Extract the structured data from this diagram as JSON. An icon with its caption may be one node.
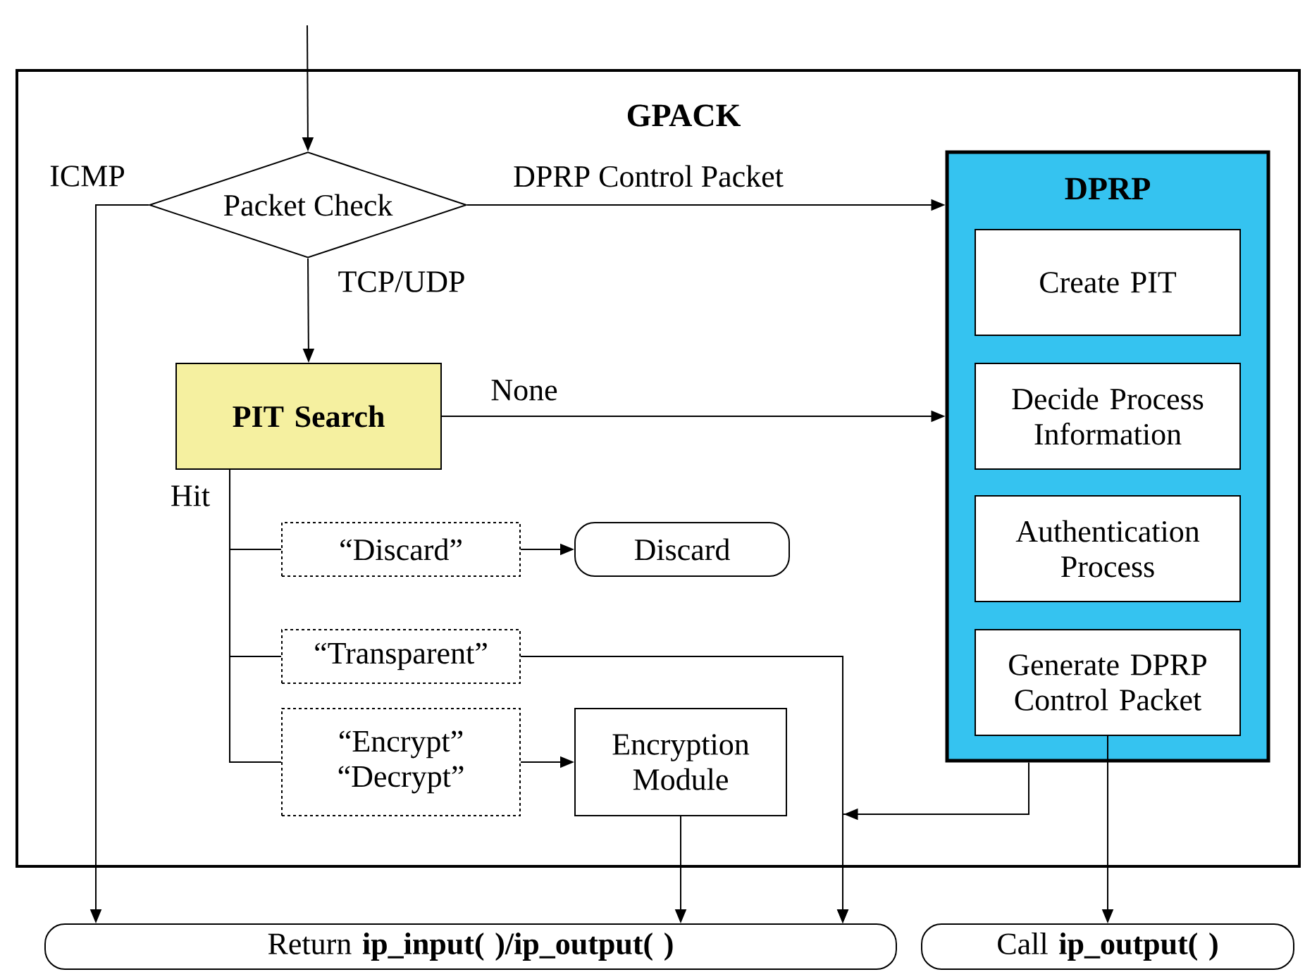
{
  "diagram": {
    "nodes": [
      {
        "text": [
          "GPACK"
        ]
      },
      {
        "text": [
          "Packet Check"
        ],
        "in": 0
      },
      {
        "text": [
          "DPRP"
        ],
        "in": 0
      },
      {
        "text": [
          "Create PIT"
        ],
        "in": 2
      },
      {
        "text": [
          "Decide Process Information"
        ],
        "in": 2
      },
      {
        "text": [
          "Authentication Process"
        ],
        "in": 2
      },
      {
        "text": [
          "Generate DPRP Control Packet"
        ],
        "in": 2
      },
      {
        "text": [
          "PIT Search"
        ],
        "in": 0
      },
      {
        "text": [
          "“Discard”"
        ],
        "in": 0
      },
      {
        "text": [
          "Discard"
        ],
        "in": 0
      },
      {
        "text": [
          "“Transparent”"
        ],
        "in": 0
      },
      {
        "text": [
          "“Encrypt” “Decrypt”"
        ],
        "in": 0
      },
      {
        "text": [
          "Encryption Module"
        ],
        "in": 0
      },
      {
        "text": [
          "Return **ip_input( )/ip_output( )**"
        ]
      },
      {
        "text": [
          "Call **ip_output( )**"
        ]
      }
    ],
    "edges": [
      {
        "from": null,
        "to": 1,
        "arrow": "to"
      },
      {
        "from": 1,
        "to": 2,
        "arrow": "to",
        "label": "DPRP Control Packet"
      },
      {
        "from": 1,
        "to": 7,
        "arrow": "to",
        "label": "TCP/UDP"
      },
      {
        "from": 1,
        "to": 13,
        "arrow": "to",
        "label": "ICMP"
      },
      {
        "from": 7,
        "to": 2,
        "arrow": "to",
        "label": "None"
      },
      {
        "from": 7,
        "to": 8,
        "arrow": "none",
        "label": "Hit"
      },
      {
        "from": 7,
        "to": 10,
        "arrow": "none"
      },
      {
        "from": 7,
        "to": 11,
        "arrow": "none"
      },
      {
        "from": 8,
        "to": 9,
        "arrow": "to"
      },
      {
        "from": 11,
        "to": 12,
        "arrow": "to"
      },
      {
        "from": 10,
        "to": 13,
        "arrow": "to"
      },
      {
        "from": 2,
        "to": 13,
        "arrow": "to"
      },
      {
        "from": 12,
        "to": 13,
        "arrow": "to"
      },
      {
        "from": 6,
        "to": 14,
        "arrow": "to"
      }
    ]
  }
}
